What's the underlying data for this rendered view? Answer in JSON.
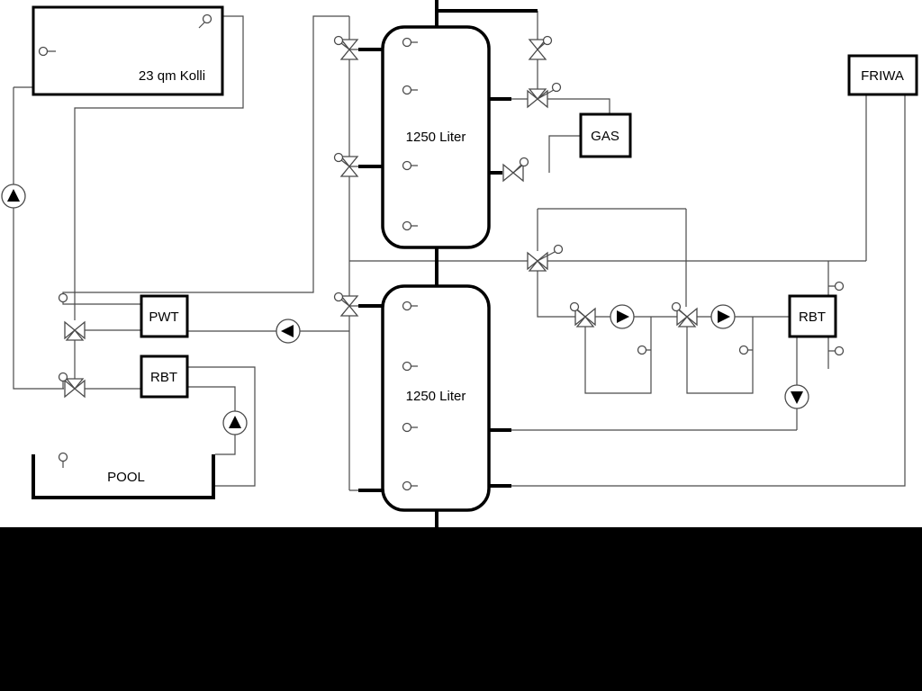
{
  "diagram": {
    "labels": {
      "collector": "23 qm Kolli",
      "tank_top": "1250 Liter",
      "tank_bottom": "1250 Liter",
      "gas_boiler": "GAS",
      "friwa": "FRIWA",
      "pwt": "PWT",
      "rbt_pool": "RBT",
      "rbt_right": "RBT",
      "pool": "POOL"
    },
    "colors": {
      "background": "#ffffff",
      "bottom_band": "#000000",
      "line_thin": "#4a4a4a",
      "line_thick": "#000000",
      "symbol_fill": "#ffffff",
      "triangle_fill": "#000000"
    }
  }
}
